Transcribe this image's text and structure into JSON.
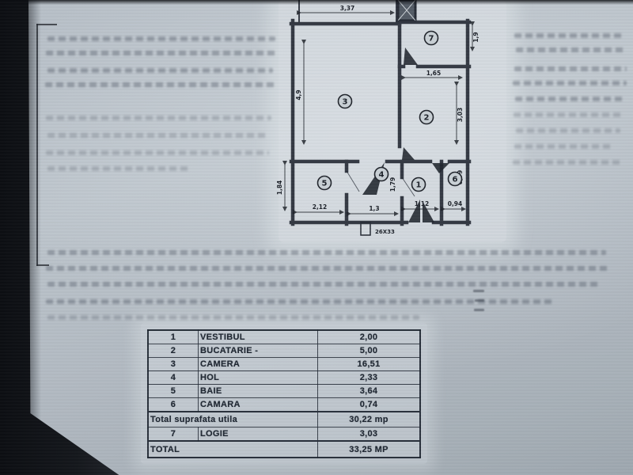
{
  "plan": {
    "room_numbers": {
      "vestibul": "1",
      "bucatarie": "2",
      "camera": "3",
      "hol": "4",
      "baie": "5",
      "camara": "6",
      "logie": "7"
    },
    "dimensions": {
      "top_width": "3,37",
      "camera_height": "4,9",
      "logie_height": "1,9",
      "bucatarie_width": "1,65",
      "bucatarie_height": "3,03",
      "band_height": "1,84",
      "baie_width": "2,12",
      "hol_width": "1,3",
      "hol_height": "1,79",
      "vestibul_width": "1,12",
      "camara_width": "0,94",
      "camara_height": "0,79"
    },
    "note": "26X33"
  },
  "table": {
    "rows": [
      {
        "num": "1",
        "name": "VESTIBUL",
        "area": "2,00"
      },
      {
        "num": "2",
        "name": "BUCATARIE -",
        "area": "5,00"
      },
      {
        "num": "3",
        "name": "CAMERA",
        "area": "16,51"
      },
      {
        "num": "4",
        "name": "HOL",
        "area": "2,33"
      },
      {
        "num": "5",
        "name": "BAIE",
        "area": "3,64"
      },
      {
        "num": "6",
        "name": "CAMARA",
        "area": "0,74"
      }
    ],
    "subtotal_label": "Total suprafata utila",
    "subtotal_value": "30,22 mp",
    "row7": {
      "num": "7",
      "name": "LOGIE",
      "area": "3,03"
    },
    "total_label": "TOTAL",
    "total_value": "33,25 MP"
  }
}
